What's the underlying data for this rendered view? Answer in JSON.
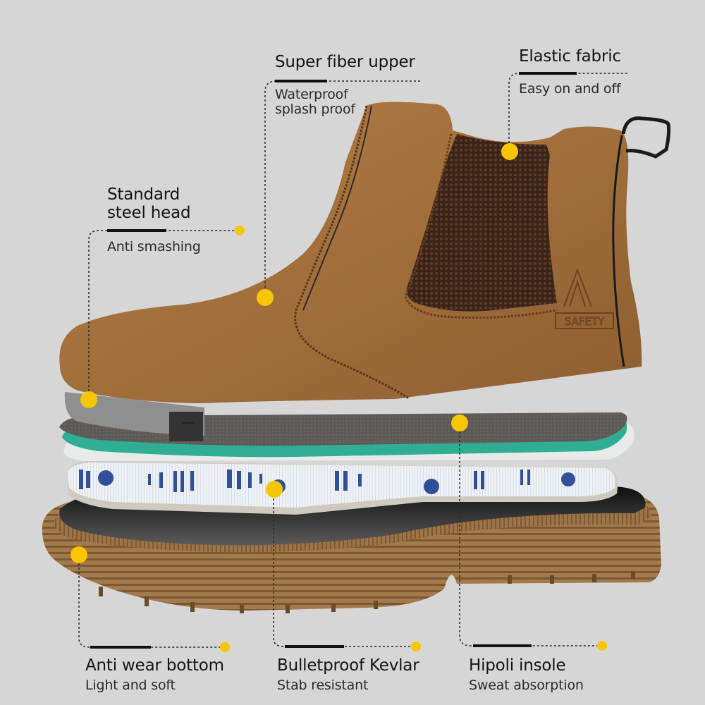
{
  "colors": {
    "background": "#d6d6d6",
    "accent_dot": "#f7c600",
    "leather": "#a8743f",
    "leather_dark": "#7a4f28",
    "elastic": "#3b261b",
    "insole_top": "#5b5856",
    "insole_foam": "#2fae94",
    "kevlar": "#eef1f6",
    "kevlar_print": "#1c3f8f",
    "outsole": "#9a7246",
    "outsole_inner": "#2a2a2a",
    "steel_cap": "#8c8c8c"
  },
  "boot": {
    "logo_text": "SAFETY",
    "logo_icon": "triangle-a-icon"
  },
  "callouts": {
    "super_fiber": {
      "title": "Super fiber upper",
      "subtitle_line1": "Waterproof",
      "subtitle_line2": "splash proof"
    },
    "elastic": {
      "title": "Elastic fabric",
      "subtitle": "Easy on and off"
    },
    "steel_head": {
      "title_line1": "Standard",
      "title_line2": "steel head",
      "subtitle": "Anti smashing"
    },
    "anti_wear": {
      "title": "Anti wear bottom",
      "subtitle": "Light and soft"
    },
    "kevlar": {
      "title": "Bulletproof Kevlar",
      "subtitle": "Stab resistant"
    },
    "hipoli": {
      "title": "Hipoli insole",
      "subtitle": "Sweat absorption"
    }
  }
}
